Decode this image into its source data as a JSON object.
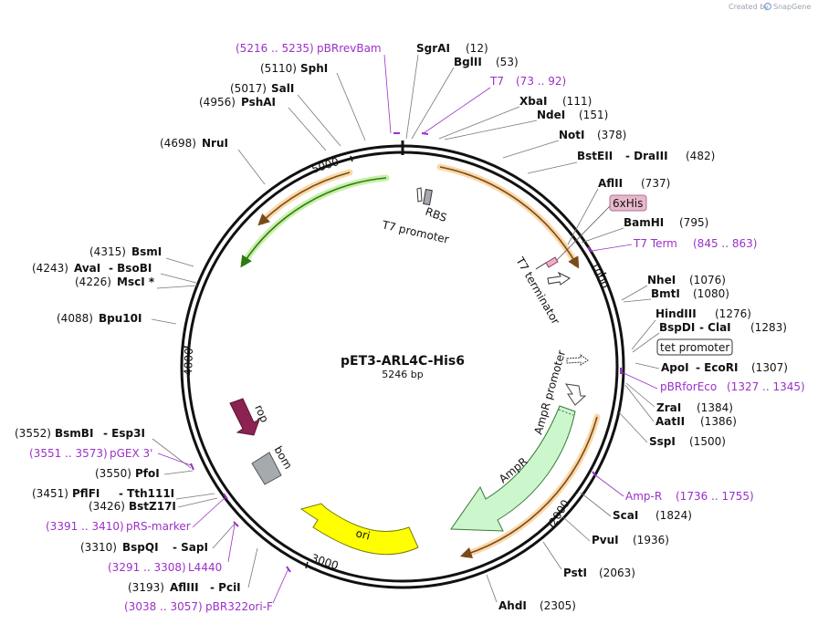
{
  "app": {
    "credit_text": "Created by",
    "brand": "SnapGene"
  },
  "plasmid": {
    "name": "pET3-ARL4C-His6",
    "length_text": "5246 bp",
    "ticks": [
      "1000",
      "2000",
      "3000",
      "4000",
      "5000"
    ]
  },
  "features": {
    "rbs": "RBS",
    "t7_promoter": "T7 promoter",
    "t7_terminator": "T7 terminator",
    "his_tag": "6xHis",
    "tet_promoter": "tet promoter",
    "ampr_promoter": "AmpR promoter",
    "ampr": "AmpR",
    "ori": "ori",
    "rop": "rop",
    "bom": "bom"
  },
  "labels": [
    {
      "id": "pbrrevbam",
      "color": "purple",
      "a": "(5216 .. 5235)",
      "b": "pBRrevBam"
    },
    {
      "id": "sgrai",
      "color": "black",
      "a": "SgrAI",
      "b": "(12)"
    },
    {
      "id": "bglii",
      "color": "black",
      "a": "BglII",
      "b": "(53)"
    },
    {
      "id": "sphi",
      "color": "black",
      "a": "(5110)",
      "b": "SphI"
    },
    {
      "id": "t7",
      "color": "purple",
      "a": "T7",
      "b": "(73 .. 92)"
    },
    {
      "id": "sali",
      "color": "black",
      "a": "(5017)",
      "b": "SalI"
    },
    {
      "id": "xbai",
      "color": "black",
      "a": "XbaI",
      "b": "(111)"
    },
    {
      "id": "pshai",
      "color": "black",
      "a": "(4956)",
      "b": "PshAI"
    },
    {
      "id": "ndei",
      "color": "black",
      "a": "NdeI",
      "b": "(151)"
    },
    {
      "id": "noti",
      "color": "black",
      "a": "NotI",
      "b": "(378)"
    },
    {
      "id": "nrui",
      "color": "black",
      "a": "(4698)",
      "b": "NruI"
    },
    {
      "id": "bsteii",
      "color": "black",
      "a": "BstEII",
      "b": "- DraIII",
      "c": "(482)"
    },
    {
      "id": "aflii",
      "color": "black",
      "a": "AflII",
      "b": "(737)"
    },
    {
      "id": "bamhi",
      "color": "black",
      "a": "BamHI",
      "b": "(795)"
    },
    {
      "id": "t7term",
      "color": "purple",
      "a": "T7 Term",
      "b": "(845 .. 863)"
    },
    {
      "id": "bsmi",
      "color": "black",
      "a": "(4315)",
      "b": "BsmI"
    },
    {
      "id": "avai",
      "color": "black",
      "a": "(4243)",
      "b": "AvaI",
      "c": "- BsoBI"
    },
    {
      "id": "msci",
      "color": "black",
      "a": "(4226)",
      "b": "MscI *"
    },
    {
      "id": "nhei",
      "color": "black",
      "a": "NheI",
      "b": "(1076)"
    },
    {
      "id": "bmti",
      "color": "black",
      "a": "BmtI",
      "b": "(1080)"
    },
    {
      "id": "bpu10i",
      "color": "black",
      "a": "(4088)",
      "b": "Bpu10I"
    },
    {
      "id": "hindiii",
      "color": "black",
      "a": "HindIII",
      "b": "(1276)"
    },
    {
      "id": "bspdi",
      "color": "black",
      "a": "BspDI",
      "b": "- ClaI",
      "c": "(1283)"
    },
    {
      "id": "apoi",
      "color": "black",
      "a": "ApoI",
      "b": "- EcoRI",
      "c": "(1307)"
    },
    {
      "id": "pbrforeco",
      "color": "purple",
      "a": "pBRforEco",
      "b": "(1327 .. 1345)"
    },
    {
      "id": "zrai",
      "color": "black",
      "a": "ZraI",
      "b": "(1384)"
    },
    {
      "id": "aatii",
      "color": "black",
      "a": "AatII",
      "b": "(1386)"
    },
    {
      "id": "bsmbi",
      "color": "black",
      "a": "(3552)",
      "b": "BsmBI",
      "c": "- Esp3I"
    },
    {
      "id": "sspi",
      "color": "black",
      "a": "SspI",
      "b": "(1500)"
    },
    {
      "id": "pgex3",
      "color": "purple",
      "a": "(3551 .. 3573)",
      "b": "pGEX 3'"
    },
    {
      "id": "pfoi",
      "color": "black",
      "a": "(3550)",
      "b": "PfoI"
    },
    {
      "id": "ampr_primer",
      "color": "purple",
      "a": "Amp-R",
      "b": "(1736 .. 1755)"
    },
    {
      "id": "pflfi",
      "color": "black",
      "a": "(3451)",
      "b": "PflFI",
      "c": "- Tth111I"
    },
    {
      "id": "bstz17i",
      "color": "black",
      "a": "(3426)",
      "b": "BstZ17I"
    },
    {
      "id": "scai",
      "color": "black",
      "a": "ScaI",
      "b": "(1824)"
    },
    {
      "id": "prsmarker",
      "color": "purple",
      "a": "(3391 .. 3410)",
      "b": "pRS-marker"
    },
    {
      "id": "pvui",
      "color": "black",
      "a": "PvuI",
      "b": "(1936)"
    },
    {
      "id": "bspqi",
      "color": "black",
      "a": "(3310)",
      "b": "BspQI",
      "c": "- SapI"
    },
    {
      "id": "l4440",
      "color": "purple",
      "a": "(3291 .. 3308)",
      "b": "L4440"
    },
    {
      "id": "psti",
      "color": "black",
      "a": "PstI",
      "b": "(2063)"
    },
    {
      "id": "afliii",
      "color": "black",
      "a": "(3193)",
      "b": "AflIII",
      "c": "- PciI"
    },
    {
      "id": "pbr322ori",
      "color": "purple",
      "a": "(3038 .. 3057)",
      "b": "pBR322ori-F"
    },
    {
      "id": "ahdi",
      "color": "black",
      "a": "AhdI",
      "b": "(2305)"
    }
  ]
}
